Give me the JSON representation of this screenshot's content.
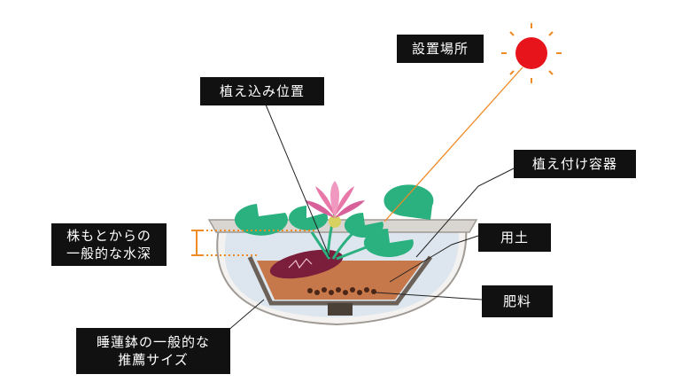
{
  "labels": {
    "location": "設置場所",
    "planting_position": "植え込み位置",
    "planting_container": "植え付け容器",
    "soil": "用土",
    "fertilizer": "肥料",
    "water_depth_line1": "株もとからの",
    "water_depth_line2": "一般的な水深",
    "pot_size_line1": "睡蓮鉢の一般的な",
    "pot_size_line2": "推薦サイズ"
  },
  "colors": {
    "sun": "#e8141c",
    "sun_rays": "#f08a24",
    "sun_line": "#f08a24",
    "water_marker": "#f08a24",
    "bowl_rim": "#d8d4d0",
    "bowl_outline": "#9a948e",
    "water": "#dfe7ee",
    "container_outline": "#6b6158",
    "soil": "#c7784a",
    "tuber": "#7a1e3c",
    "pad": "#2bb080",
    "lotus": "#e878a8",
    "fertilizer": "#4a2618"
  }
}
